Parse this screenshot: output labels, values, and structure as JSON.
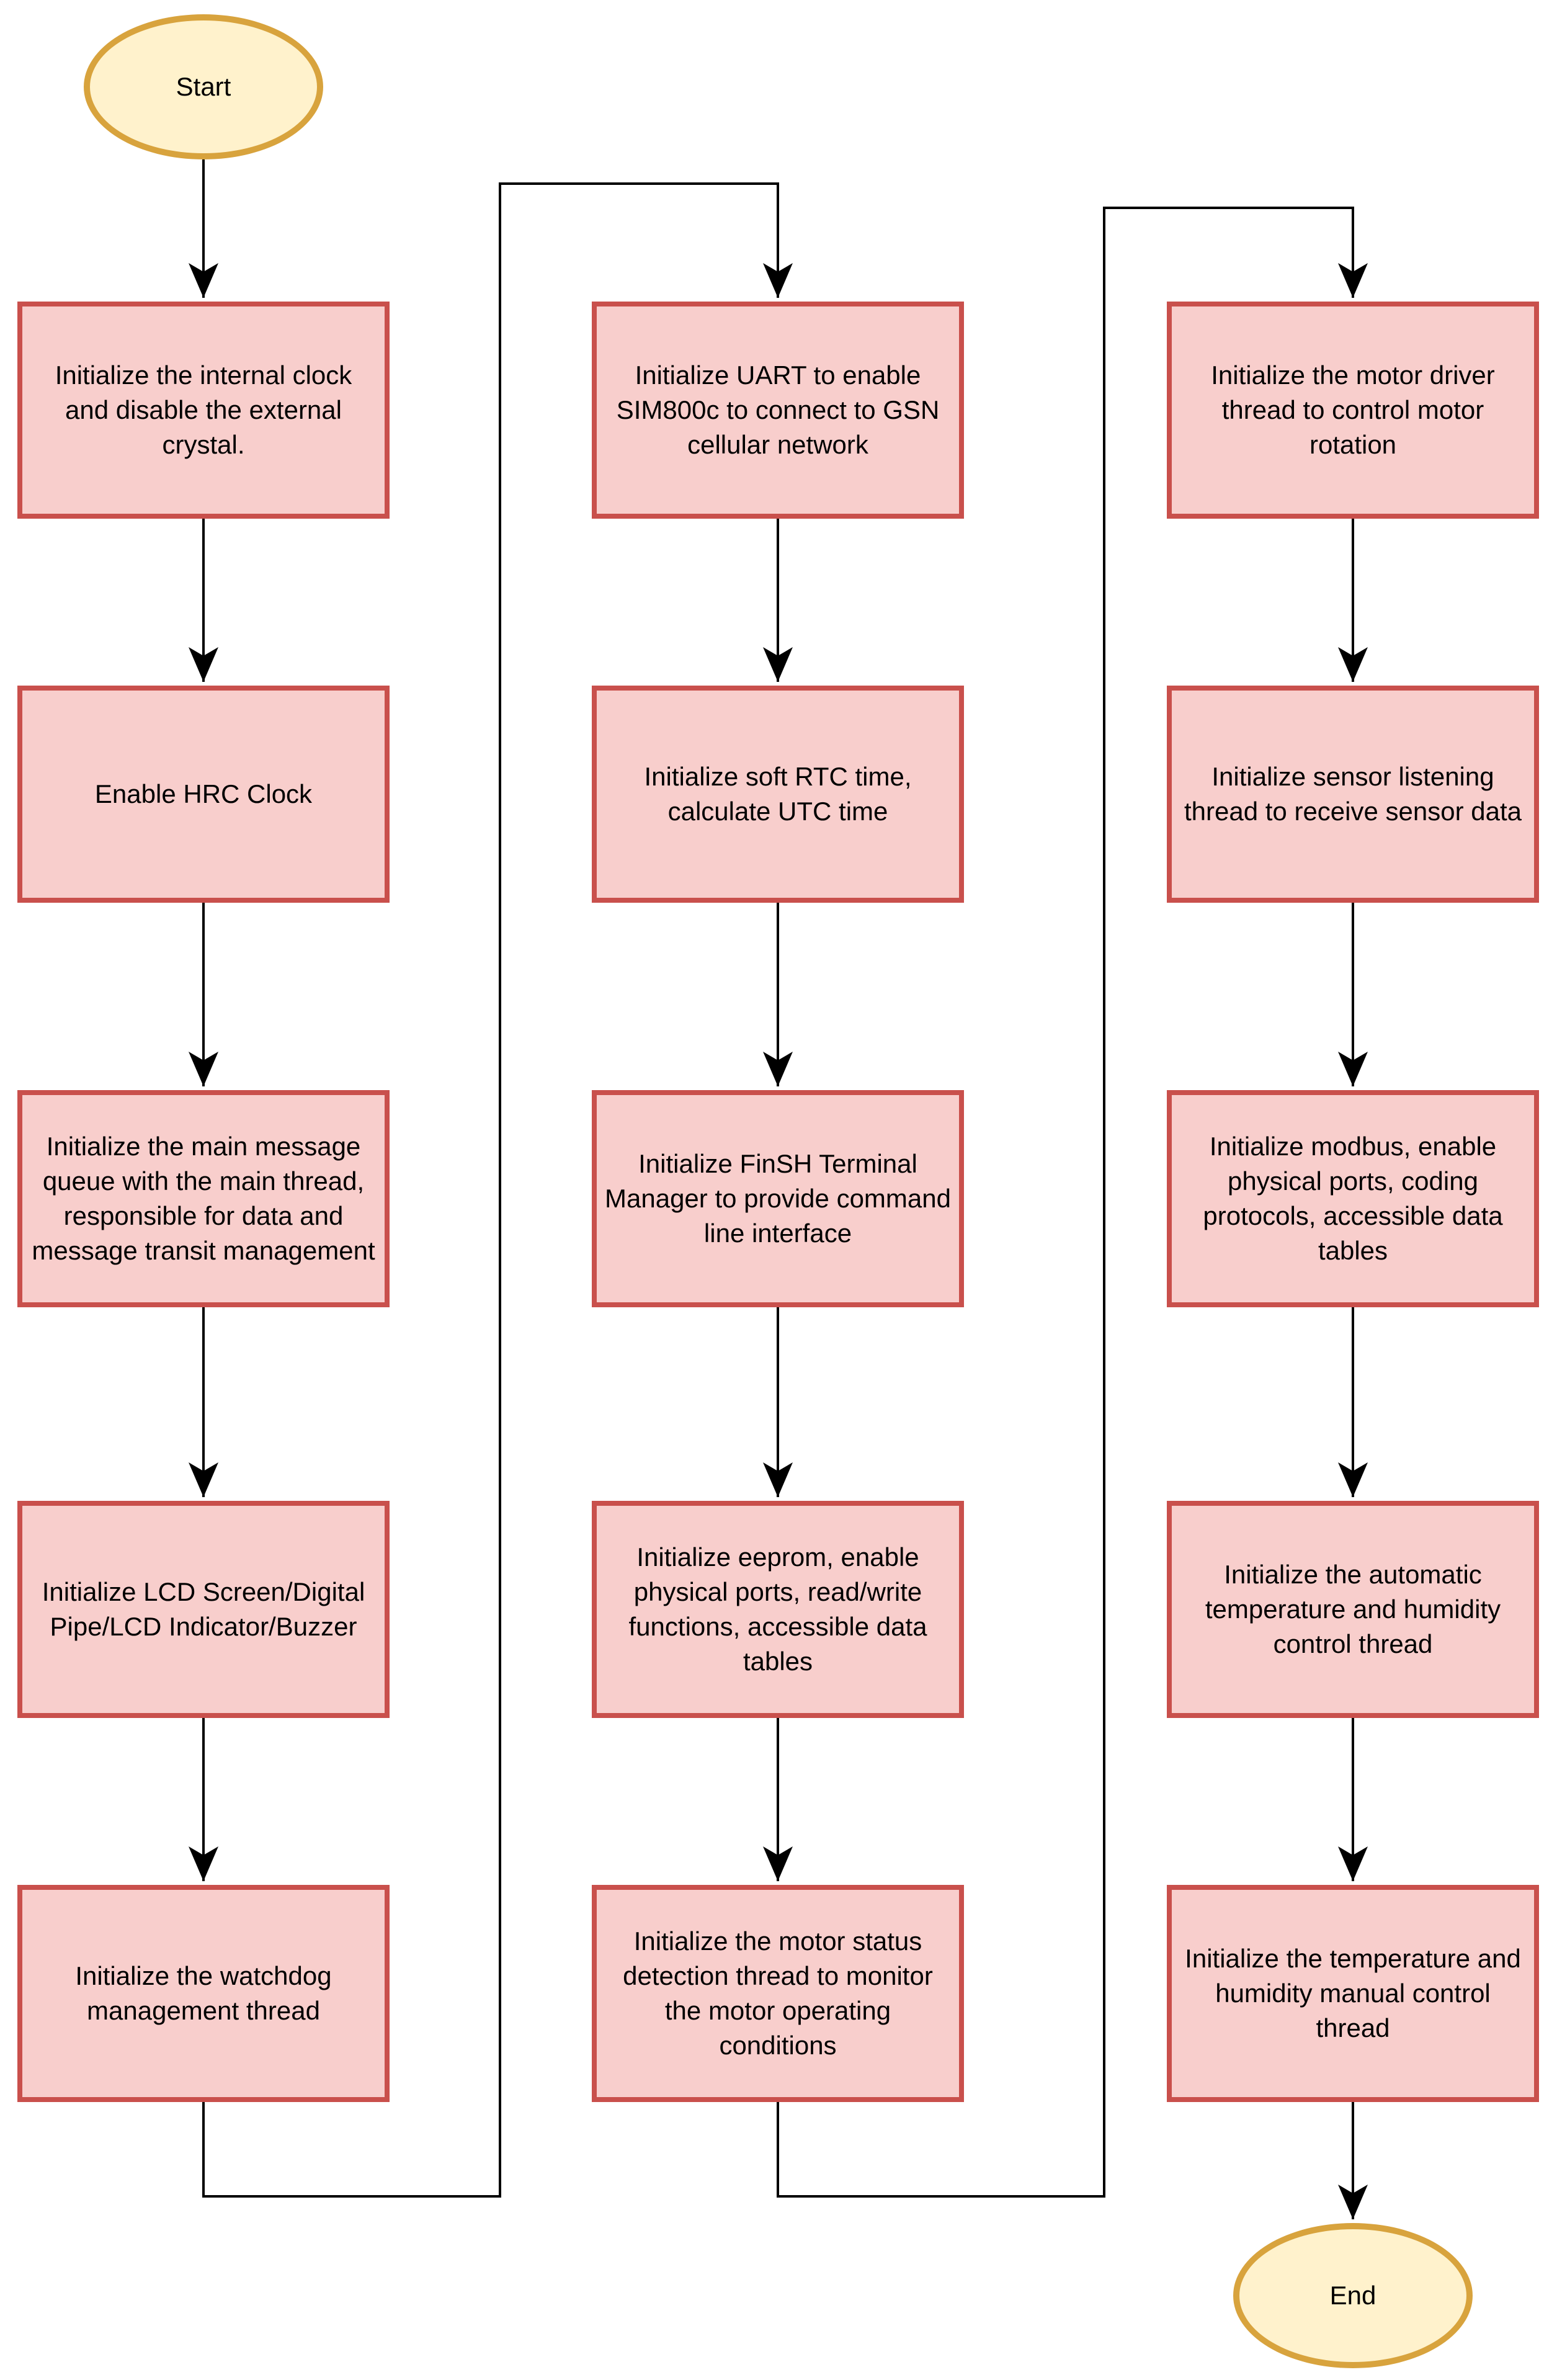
{
  "flowchart": {
    "terminals": {
      "start": {
        "label": "Start"
      },
      "end": {
        "label": "End"
      }
    },
    "columns": [
      {
        "boxes": [
          {
            "text": "Initialize the internal clock and disable the external crystal."
          },
          {
            "text": "Enable HRC Clock"
          },
          {
            "text": "Initialize the main message queue with the main thread, responsible for data and message transit management"
          },
          {
            "text": "Initialize LCD Screen/Digital Pipe/LCD Indicator/Buzzer"
          },
          {
            "text": "Initialize the watchdog management thread"
          }
        ]
      },
      {
        "boxes": [
          {
            "text": "Initialize UART to enable SIM800c to connect to GSN cellular network"
          },
          {
            "text": "Initialize soft RTC time, calculate UTC time"
          },
          {
            "text": "Initialize FinSH Terminal Manager to provide command line interface"
          },
          {
            "text": "Initialize eeprom, enable physical ports, read/write functions, accessible data tables"
          },
          {
            "text": "Initialize the motor status detection thread to monitor the motor operating conditions"
          }
        ]
      },
      {
        "boxes": [
          {
            "text": "Initialize the motor driver thread to control motor rotation"
          },
          {
            "text": "Initialize sensor listening thread to receive sensor data"
          },
          {
            "text": "Initialize modbus, enable physical ports, coding protocols, accessible data tables"
          },
          {
            "text": "Initialize the automatic temperature and humidity control thread"
          },
          {
            "text": "Initialize the temperature and humidity manual control thread"
          }
        ]
      }
    ],
    "colors": {
      "background": "#FFFFFF",
      "box_fill": "#F8CECC",
      "box_stroke": "#C9504C",
      "terminal_fill": "#FFF2CC",
      "terminal_stroke": "#D8A33D",
      "connector": "#000000",
      "text": "#000000"
    }
  }
}
